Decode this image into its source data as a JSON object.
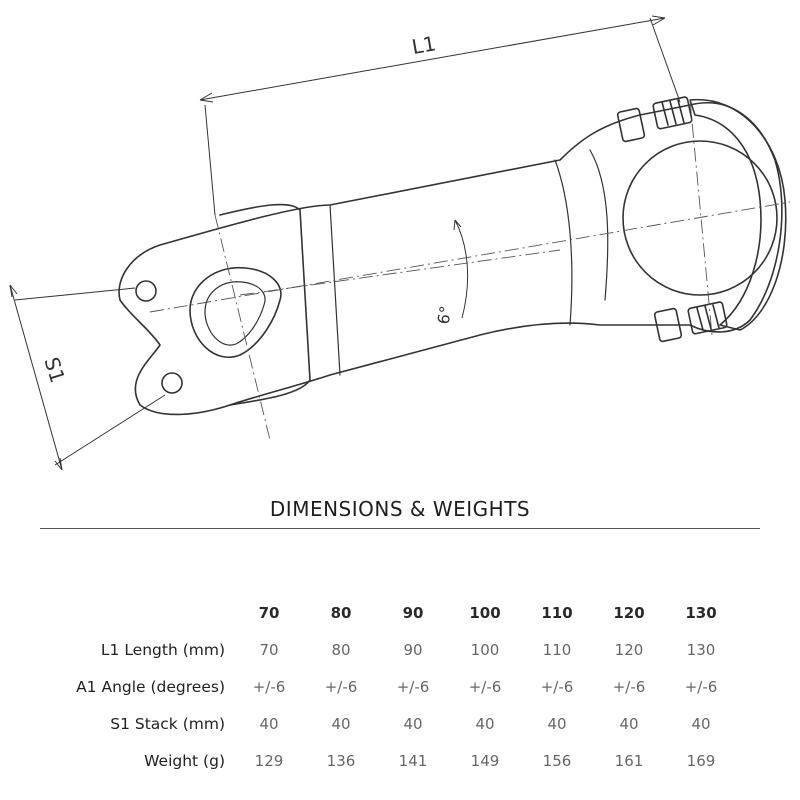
{
  "diagram": {
    "labels": {
      "length": "L1",
      "stack": "S1",
      "angle": "6°"
    },
    "line_color": "#333333"
  },
  "heading": "DIMENSIONS & WEIGHTS",
  "table": {
    "columns": [
      "70",
      "80",
      "90",
      "100",
      "110",
      "120",
      "130"
    ],
    "rows": [
      {
        "label": "L1 Length (mm)",
        "values": [
          "70",
          "80",
          "90",
          "100",
          "110",
          "120",
          "130"
        ]
      },
      {
        "label": "A1 Angle (degrees)",
        "values": [
          "+/-6",
          "+/-6",
          "+/-6",
          "+/-6",
          "+/-6",
          "+/-6",
          "+/-6"
        ]
      },
      {
        "label": "S1 Stack (mm)",
        "values": [
          "40",
          "40",
          "40",
          "40",
          "40",
          "40",
          "40"
        ]
      },
      {
        "label": "Weight (g)",
        "values": [
          "129",
          "136",
          "141",
          "149",
          "156",
          "161",
          "169"
        ]
      }
    ]
  }
}
